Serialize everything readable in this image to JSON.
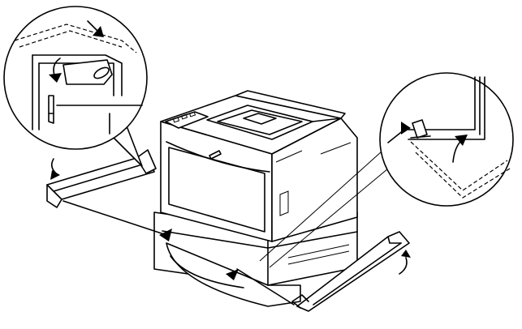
{
  "figure": {
    "subject": "printer-with-optional-lower-tray-unit",
    "callouts": [
      {
        "name": "left-hook-detail",
        "side": "upper-left"
      },
      {
        "name": "right-clip-detail",
        "side": "upper-right"
      }
    ],
    "icons": [
      "rotate-arrow-icon",
      "push-arrow-icon",
      "leader-line"
    ],
    "colors": {
      "line": "#000000",
      "background": "#ffffff"
    }
  }
}
